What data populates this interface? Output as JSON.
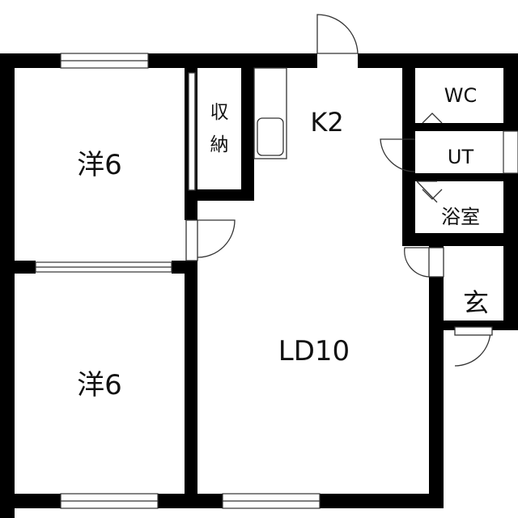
{
  "rooms": {
    "west_upper": "洋6",
    "west_lower": "洋6",
    "storage_1": "収",
    "storage_2": "納",
    "kitchen": "K2",
    "living_dining": "LD10",
    "toilet": "WC",
    "utility": "UT",
    "bath": "浴室",
    "entrance": "玄"
  },
  "colors": {
    "wall": "#000000",
    "line": "#333333",
    "background": "#ffffff"
  }
}
